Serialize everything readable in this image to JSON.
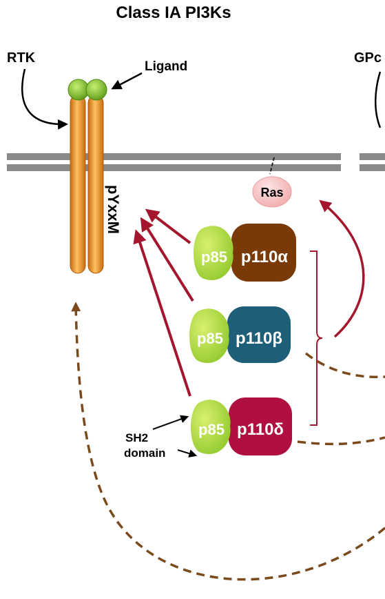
{
  "title": "Class IA PI3Ks",
  "labels": {
    "rtk": "RTK",
    "ligand": "Ligand",
    "gpcr_partial": "GPc",
    "ras": "Ras",
    "pyxxm": "pYxxM",
    "sh2_line1": "SH2",
    "sh2_line2": "domain"
  },
  "complexes": [
    {
      "regulatory": "p85",
      "catalytic": "p110α",
      "color": "#7a3a08"
    },
    {
      "regulatory": "p85",
      "catalytic": "p110β",
      "color": "#1d5f78"
    },
    {
      "regulatory": "p85",
      "catalytic": "p110δ",
      "color": "#b0103f"
    }
  ],
  "colors": {
    "receptor": "#f0a040",
    "ligand": "#8cc63f",
    "p85": "#a8d83a",
    "ras": "#f6c2c2",
    "activation_arrow": "#a3162e",
    "feedback_arrow": "#7a4a1c",
    "membrane": "#8a8a8a"
  }
}
